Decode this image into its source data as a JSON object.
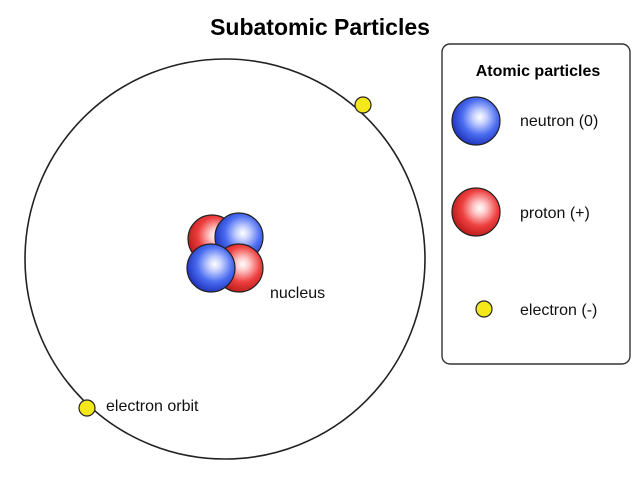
{
  "title": "Subatomic Particles",
  "labels": {
    "nucleus": "nucleus",
    "electron_orbit": "electron orbit"
  },
  "legend": {
    "title": "Atomic particles",
    "items": [
      {
        "label": "neutron (0)",
        "icon": "neutron-icon"
      },
      {
        "label": "proton (+)",
        "icon": "proton-icon"
      },
      {
        "label": "electron (-)",
        "icon": "electron-icon"
      }
    ]
  },
  "colors": {
    "neutron": "#2b4fe0",
    "proton": "#e02828",
    "electron": "#f5e81a",
    "orbit": "#222222"
  }
}
